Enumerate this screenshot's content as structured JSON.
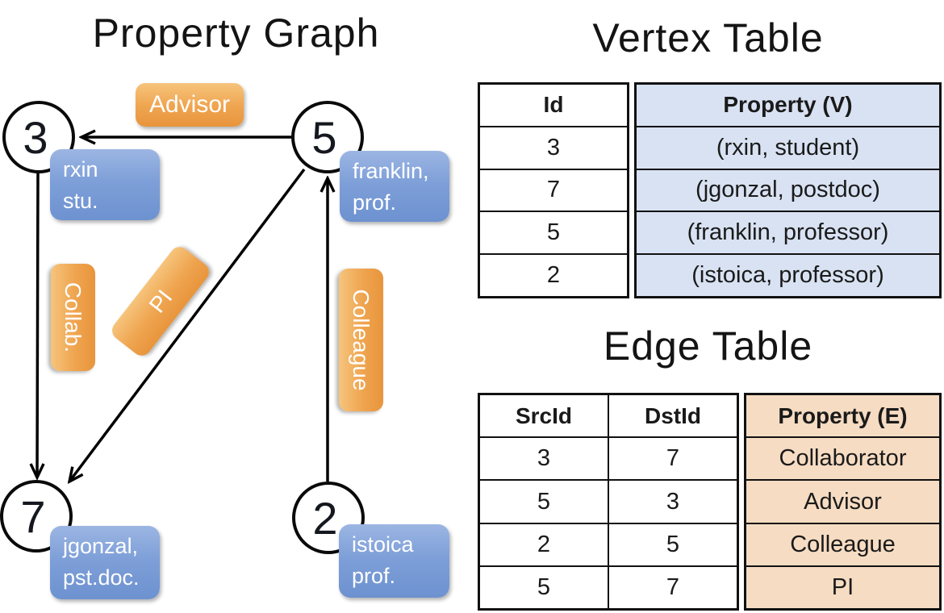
{
  "colors": {
    "node_fill": "#ffffff",
    "node_border": "#0a0a0a",
    "vertex_box_blue": "#7e9fd8",
    "edge_label_orange": "#efa44f",
    "vertex_table_property_bg": "#d8e2f2",
    "edge_table_property_bg": "#f6dcc2",
    "arrow_line": "#000000"
  },
  "graph": {
    "title": "Property Graph",
    "nodes": [
      {
        "id": "3"
      },
      {
        "id": "5"
      },
      {
        "id": "7"
      },
      {
        "id": "2"
      }
    ],
    "vertex_boxes": [
      {
        "line1": "rxin",
        "line2": "stu."
      },
      {
        "line1": "franklin,",
        "line2": "prof."
      },
      {
        "line1": "jgonzal,",
        "line2": "pst.doc."
      },
      {
        "line1": "istoica",
        "line2": "prof."
      }
    ],
    "edge_labels": {
      "advisor": "Advisor",
      "collab": "Collab.",
      "pi": "PI",
      "colleague": "Colleague"
    }
  },
  "vertex_table": {
    "title": "Vertex Table",
    "headers": {
      "id": "Id",
      "property": "Property (V)"
    },
    "rows": [
      {
        "id": "3",
        "property": "(rxin, student)"
      },
      {
        "id": "7",
        "property": "(jgonzal, postdoc)"
      },
      {
        "id": "5",
        "property": "(franklin, professor)"
      },
      {
        "id": "2",
        "property": "(istoica, professor)"
      }
    ]
  },
  "edge_table": {
    "title": "Edge Table",
    "headers": {
      "src": "SrcId",
      "dst": "DstId",
      "property": "Property (E)"
    },
    "rows": [
      {
        "src": "3",
        "dst": "7",
        "property": "Collaborator"
      },
      {
        "src": "5",
        "dst": "3",
        "property": "Advisor"
      },
      {
        "src": "2",
        "dst": "5",
        "property": "Colleague"
      },
      {
        "src": "5",
        "dst": "7",
        "property": "PI"
      }
    ]
  }
}
